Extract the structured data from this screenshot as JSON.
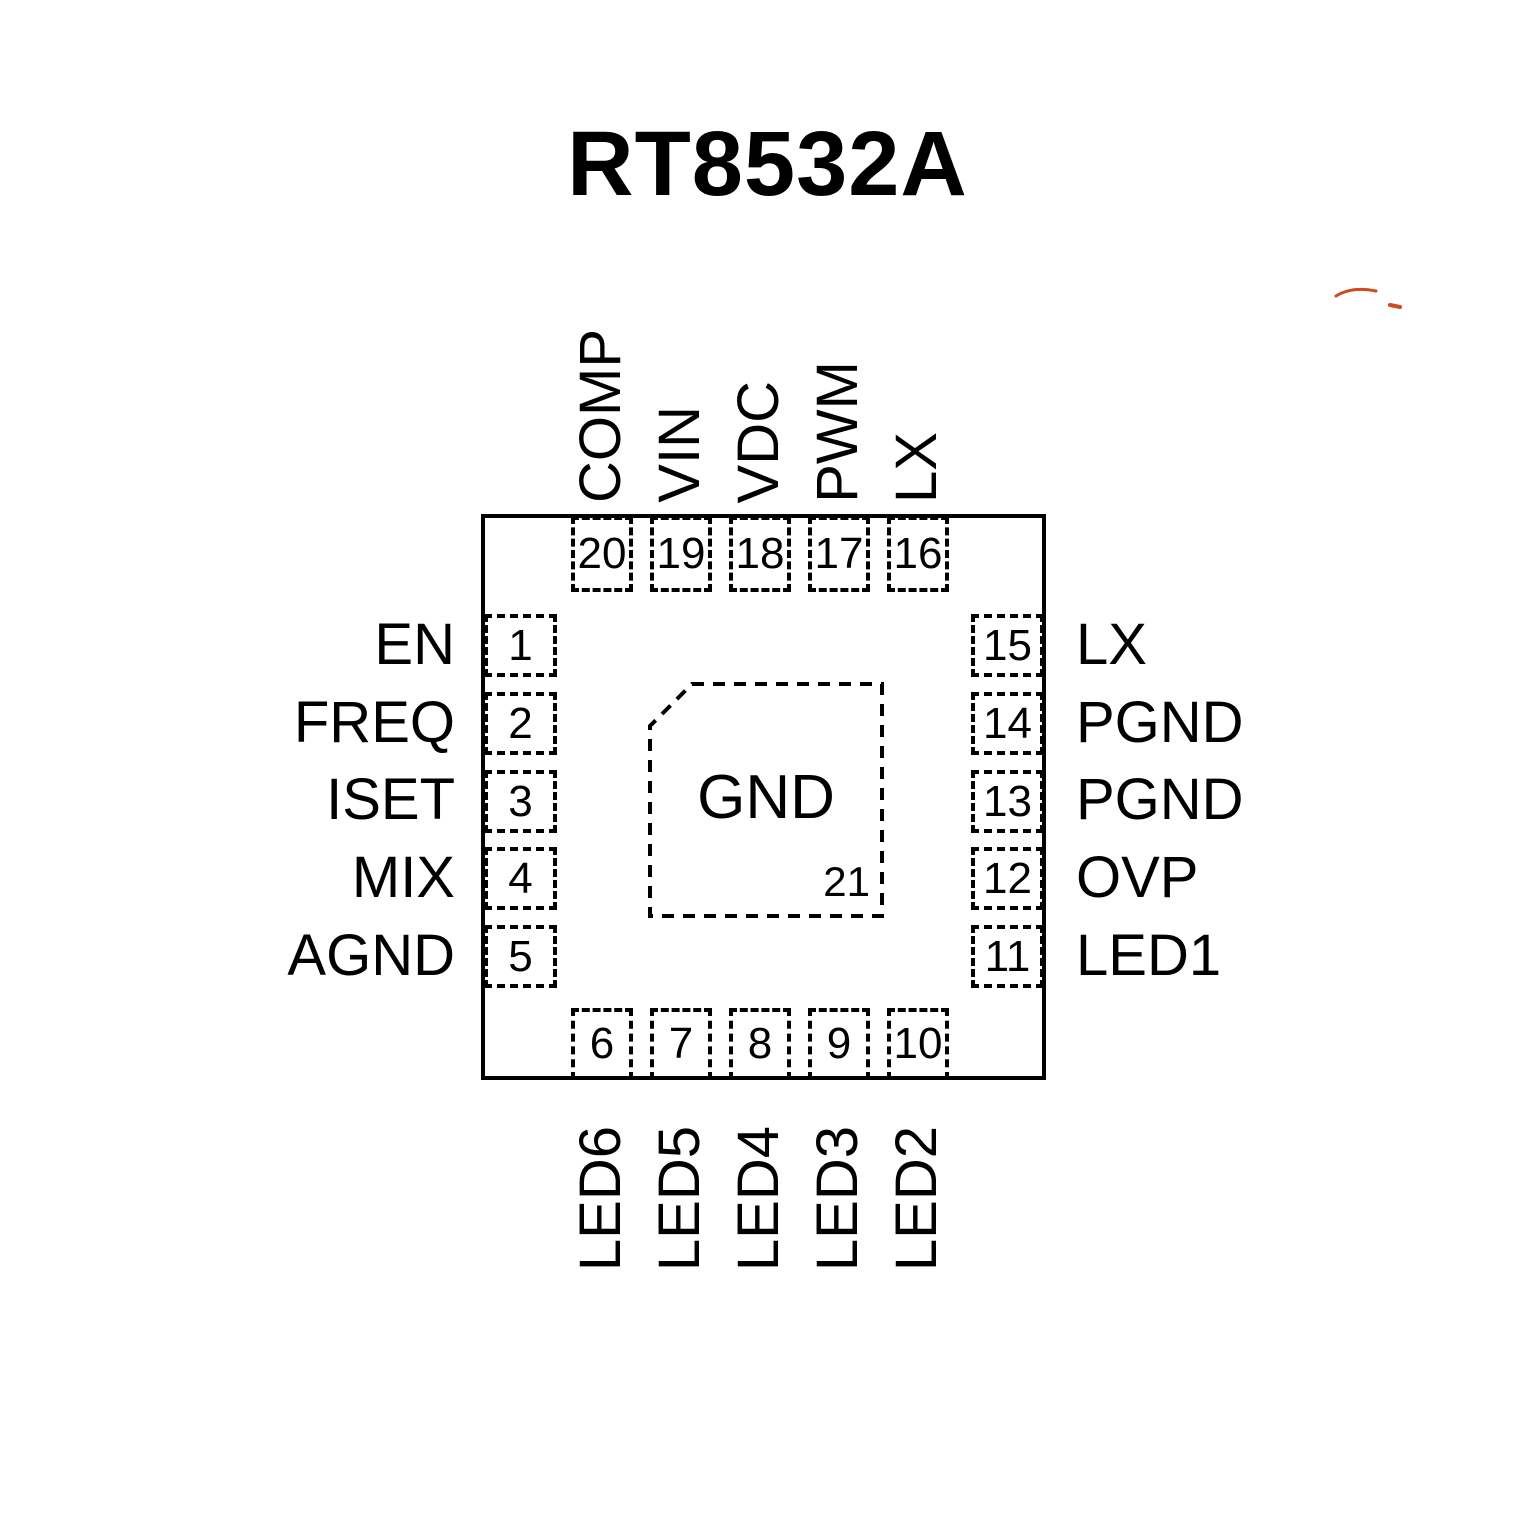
{
  "title": "RT8532A",
  "chip": {
    "package_outline": "square",
    "center_pad": {
      "label": "GND",
      "number": "21"
    },
    "pins": {
      "top": [
        {
          "number": "20",
          "label": "COMP"
        },
        {
          "number": "19",
          "label": "VIN"
        },
        {
          "number": "18",
          "label": "VDC"
        },
        {
          "number": "17",
          "label": "PWM"
        },
        {
          "number": "16",
          "label": "LX"
        }
      ],
      "left": [
        {
          "number": "1",
          "label": "EN"
        },
        {
          "number": "2",
          "label": "FREQ"
        },
        {
          "number": "3",
          "label": "ISET"
        },
        {
          "number": "4",
          "label": "MIX"
        },
        {
          "number": "5",
          "label": "AGND"
        }
      ],
      "right": [
        {
          "number": "15",
          "label": "LX"
        },
        {
          "number": "14",
          "label": "PGND"
        },
        {
          "number": "13",
          "label": "PGND"
        },
        {
          "number": "12",
          "label": "OVP"
        },
        {
          "number": "11",
          "label": "LED1"
        }
      ],
      "bottom": [
        {
          "number": "6",
          "label": "LED6"
        },
        {
          "number": "7",
          "label": "LED5"
        },
        {
          "number": "8",
          "label": "LED4"
        },
        {
          "number": "9",
          "label": "LED3"
        },
        {
          "number": "10",
          "label": "LED2"
        }
      ]
    }
  },
  "colors": {
    "line": "#000000",
    "background": "#ffffff",
    "artifact": "#cf4a1e"
  }
}
